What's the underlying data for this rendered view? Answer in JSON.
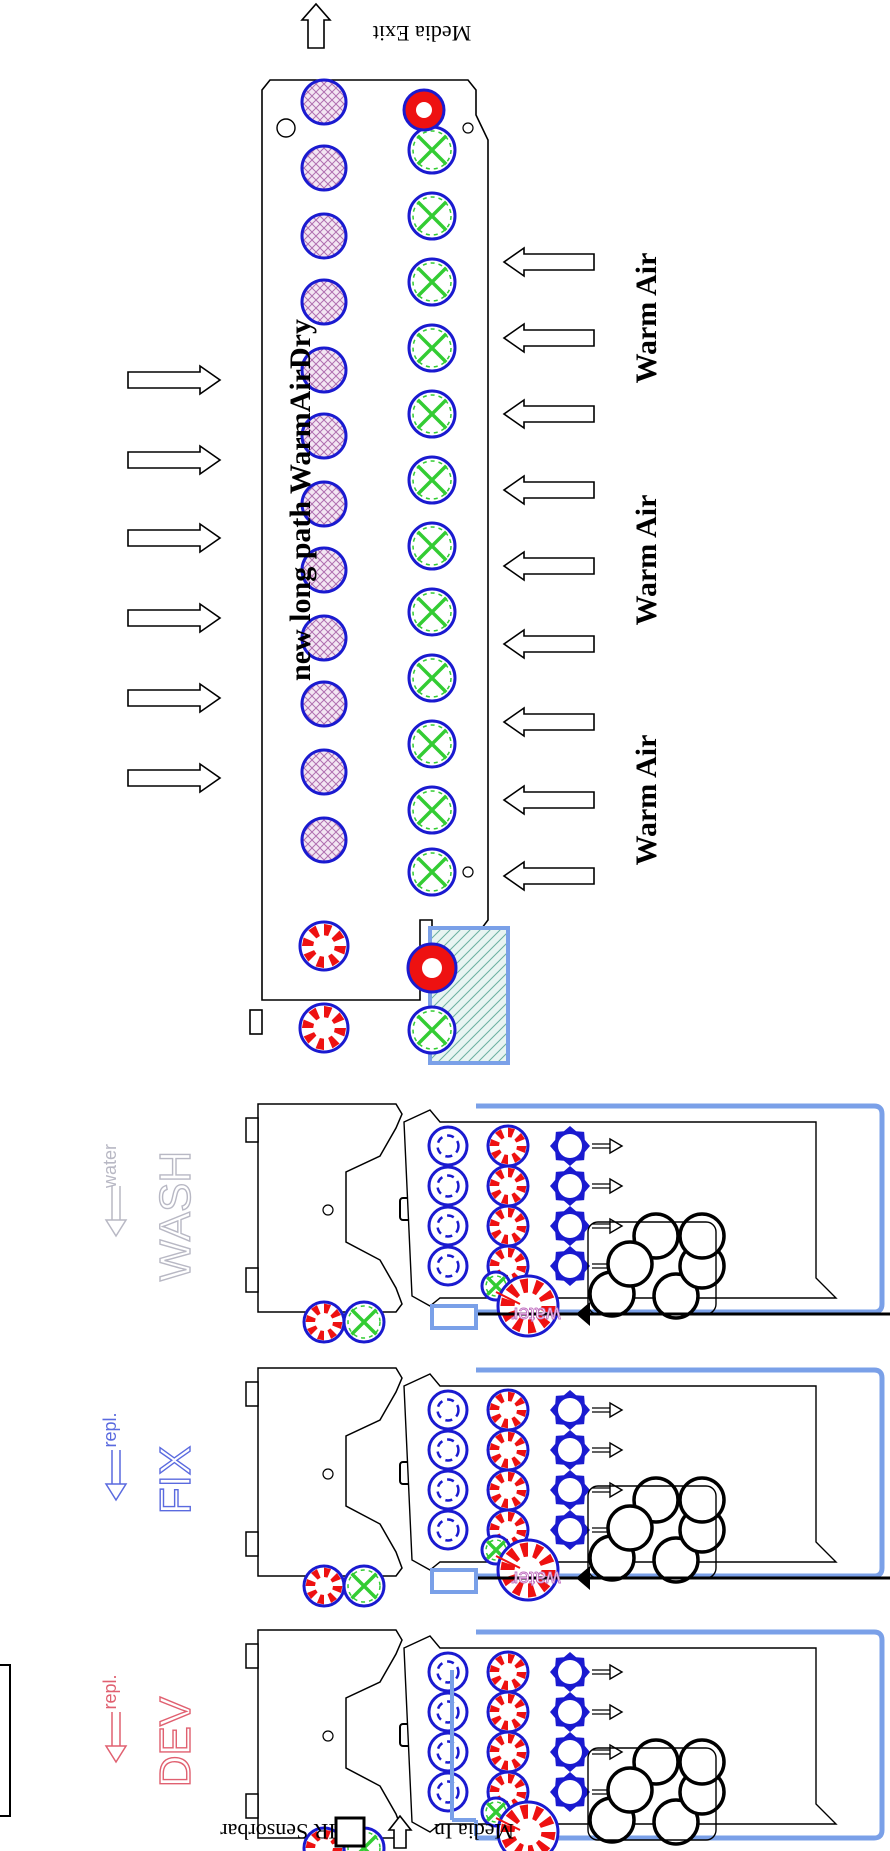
{
  "labels": {
    "media_exit": "Media Exit",
    "media_in": "Media In",
    "ir_sensorbar": "IR Sensorbar",
    "dryer_title": "new long path WarmAirDry",
    "warm_air": [
      "Warm Air",
      "Warm Air",
      "Warm Air"
    ]
  },
  "tanks": [
    {
      "id": "dev",
      "name": "DEV",
      "feed": "repl.",
      "color": "#e06070"
    },
    {
      "id": "fix",
      "name": "FIX",
      "feed": "repl.",
      "color": "#5a6adf"
    },
    {
      "id": "wash",
      "name": "WASH",
      "feed": "water",
      "color": "#b8b8c4"
    }
  ],
  "water_labels": [
    "water",
    "water"
  ],
  "colors": {
    "blue": "#1a1ad0",
    "red": "#ee1111",
    "green": "#33cc33",
    "light_blue": "#7aa0e8",
    "pink": "#c070c0",
    "purple_hatch": "#b070b0",
    "teal_hatch": "#6ab0a0"
  }
}
